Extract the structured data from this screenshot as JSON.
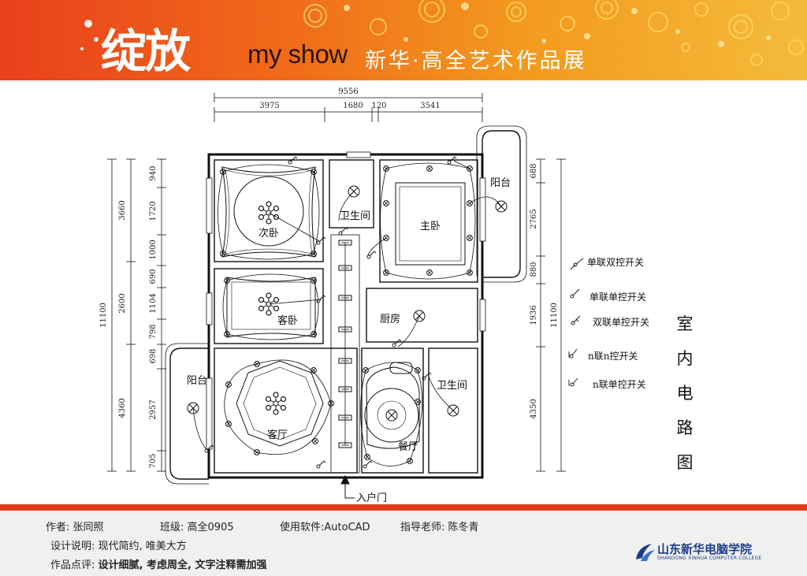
{
  "banner": {
    "logo_text": "绽放",
    "brand_text": "my show",
    "exhibit_title": "新华·高全艺术作品展"
  },
  "plan": {
    "title": "室内电路图",
    "entrance": "入户门",
    "rooms": {
      "second_bedroom": "次卧",
      "bathroom_top": "卫生间",
      "master_bedroom": "主卧",
      "balcony_right": "阳台",
      "guest_bedroom": "客卧",
      "kitchen": "厨房",
      "balcony_left": "阳台",
      "living_room": "客厅",
      "dining_room": "餐厅",
      "bathroom_bottom": "卫生间"
    },
    "dimensions": {
      "top_total": "9556",
      "top_a": "3975",
      "top_b": "1680",
      "top_c": "120",
      "top_d": "3541",
      "left_total": "11100",
      "left_outer_1": "3660",
      "left_outer_2": "2600",
      "left_outer_3": "4360",
      "left_inner_1": "940",
      "left_inner_2": "1720",
      "left_inner_3": "1000",
      "left_inner_4": "690",
      "left_inner_5": "1104",
      "left_inner_6": "798",
      "left_inner_7": "698",
      "left_inner_8": "2957",
      "left_inner_9": "705",
      "right_inner_1": "688",
      "right_inner_2": "2765",
      "right_inner_3": "880",
      "right_inner_4": "1936",
      "right_inner_5": "4350",
      "right_total": "11100"
    },
    "legend": [
      "单联双控开关",
      "单联单控开关",
      "双联单控开关",
      "n联n控开关",
      "n联单控开关"
    ]
  },
  "footer": {
    "author": "作者: 张同照",
    "class": "班级: 高全0905",
    "software": "使用软件:AutoCAD",
    "teacher": "指导老师: 陈冬青",
    "design_note": "设计说明: 现代简约, 唯美大方",
    "comment_label": "作品点评:",
    "comment_text": "设计细腻, 考虑周全, 文字注释需加强",
    "school_name": "山东新华电脑学院",
    "school_en": "SHANDONG XINHUA COMPUTER COLLEGE"
  },
  "colors": {
    "banner_red": "#e8401c",
    "banner_orange": "#f39a1e",
    "band_red": "#e03a1c",
    "school_blue": "#1b3d8a"
  }
}
